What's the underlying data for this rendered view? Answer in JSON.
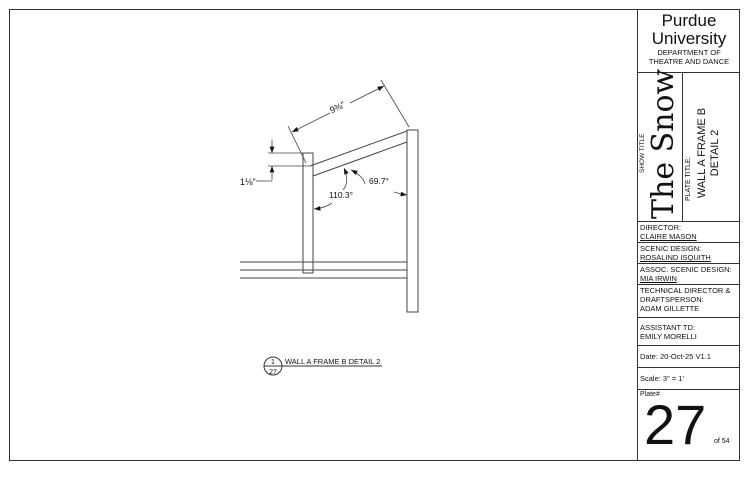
{
  "drawing": {
    "dim_length": "9⅜\"",
    "dim_thickness": "1⅛\"",
    "angle_obtuse": "110.3°",
    "angle_acute": "69.7°",
    "callout_number": "1",
    "callout_sheet": "27",
    "callout_title": "WALL A FRAME B DETAIL 2"
  },
  "title_block": {
    "university": "Purdue University",
    "department": "DEPARTMENT OF THEATRE AND DANCE",
    "show_title_label": "SHOW TITLE",
    "show_title": "The Snow",
    "plate_title_label": "PLATE TITLE:",
    "plate_title_line1": "WALL A FRAME B",
    "plate_title_line2": "DETAIL 2",
    "director_label": "DIRECTOR:",
    "director": "CLAIRE MASON",
    "scenic_label": "SCENIC DESIGN:",
    "scenic": "ROSALIND ISQUITH",
    "assoc_label": "ASSOC. SCENIC DESIGN:",
    "assoc": "MIA IRWIN",
    "td_label": "TECHNICAL DIRECTOR & DRAFTSPERSON:",
    "td": "ADAM GILLETTE",
    "atd_label": "ASSISTANT TD:",
    "atd": "EMILY MORELLI",
    "date": "Date:  20-Oct-25 V1.1",
    "scale": "Scale:  3\" = 1'",
    "plate_label": "Plate#",
    "plate_number": "27",
    "plate_total": "of 54"
  }
}
